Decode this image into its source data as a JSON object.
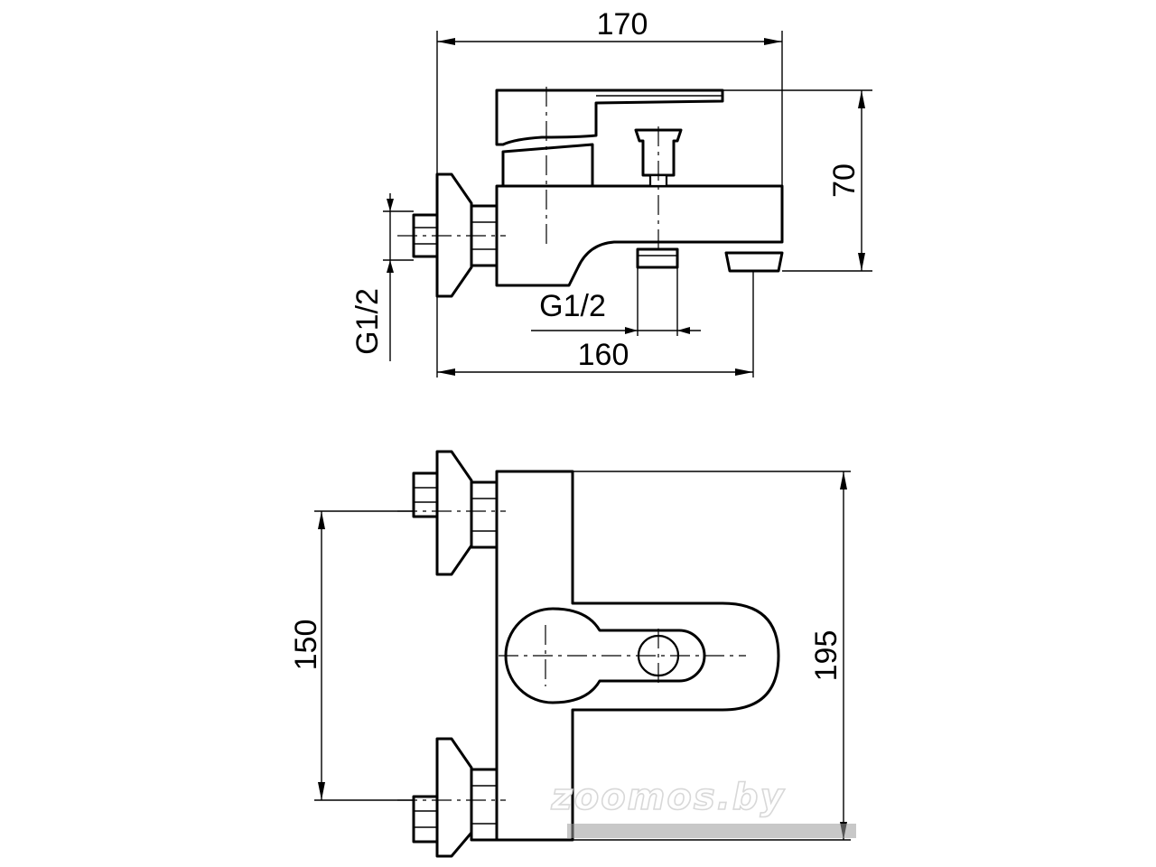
{
  "dimensions": {
    "width_top": "170",
    "height_side": "70",
    "thread_left": "G1/2",
    "thread_bottom": "G1/2",
    "length_bottom": "160",
    "inlet_spacing": "150",
    "depth_plan": "195"
  },
  "watermark": {
    "text": "zoomos.by",
    "logo_fill": "#ffffff",
    "logo_outline": "#d8d8d8"
  },
  "colors": {
    "line": "#000000",
    "background": "#ffffff"
  }
}
